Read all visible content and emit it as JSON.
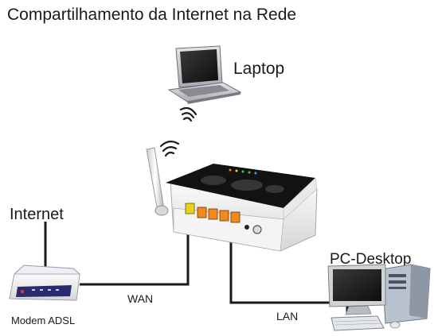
{
  "title": "Compartilhamento da Internet na Rede",
  "devices": {
    "laptop": "Laptop",
    "internet": "Internet",
    "pc": "PC-Desktop",
    "modem": "Modem ADSL"
  },
  "links": {
    "wan": "WAN",
    "lan": "LAN"
  },
  "colors": {
    "cable": "#1a1a1a",
    "router_top": "#111111",
    "router_body": "#f2f2f2",
    "port_orange": "#f08a1c",
    "port_yellow": "#e8d21a",
    "modem_panel": "#2a2a6e"
  }
}
